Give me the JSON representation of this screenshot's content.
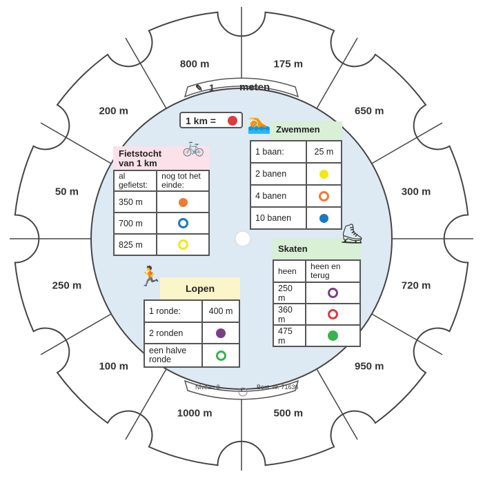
{
  "distances": [
    "175 m",
    "650 m",
    "300 m",
    "720 m",
    "950 m",
    "500 m",
    "1000 m",
    "100 m",
    "250 m",
    "50 m",
    "200 m",
    "800 m"
  ],
  "title_tab": {
    "number": "1",
    "label": "meten"
  },
  "bottom_tab": {
    "level": "Niveau 3",
    "order": "Best. nr. 71636"
  },
  "km_box": {
    "text": "1 km ="
  },
  "colors": {
    "red": "#e03a3e",
    "yellow": "#f5e615",
    "orange": "#ee7b30",
    "blue": "#1a78c2",
    "purple": "#7b3f86",
    "green": "#36b34a",
    "wheel_bg": "#dde9f3"
  },
  "fietstocht": {
    "title": "Fietstocht van 1 km",
    "col1": "al gefietst:",
    "col2": "nog tot het einde:",
    "rows": [
      {
        "value": "350 m",
        "marker": "orange",
        "style": "dot"
      },
      {
        "value": "700 m",
        "marker": "blue",
        "style": "ring"
      },
      {
        "value": "825 m",
        "marker": "yellow",
        "style": "ring"
      }
    ]
  },
  "zwemmen": {
    "title": "Zwemmen",
    "first": {
      "label": "1 baan:",
      "value": "25 m"
    },
    "rows": [
      {
        "value": "2 banen",
        "marker": "yellow",
        "style": "dot"
      },
      {
        "value": "4 banen",
        "marker": "orange",
        "style": "ring"
      },
      {
        "value": "10 banen",
        "marker": "blue",
        "style": "dot"
      }
    ]
  },
  "skaten": {
    "title": "Skaten",
    "col1": "heen",
    "col2": "heen en terug",
    "rows": [
      {
        "value": "250 m",
        "marker": "purple",
        "style": "ring"
      },
      {
        "value": "360 m",
        "marker": "red",
        "style": "ring"
      },
      {
        "value": "475 m",
        "marker": "green",
        "style": "dot"
      }
    ]
  },
  "lopen": {
    "title": "Lopen",
    "first": {
      "label": "1 ronde:",
      "value": "400 m"
    },
    "rows": [
      {
        "value": "2 ronden",
        "marker": "purple",
        "style": "dot"
      },
      {
        "value": "een halve ronde",
        "marker": "green",
        "style": "ring"
      }
    ]
  }
}
